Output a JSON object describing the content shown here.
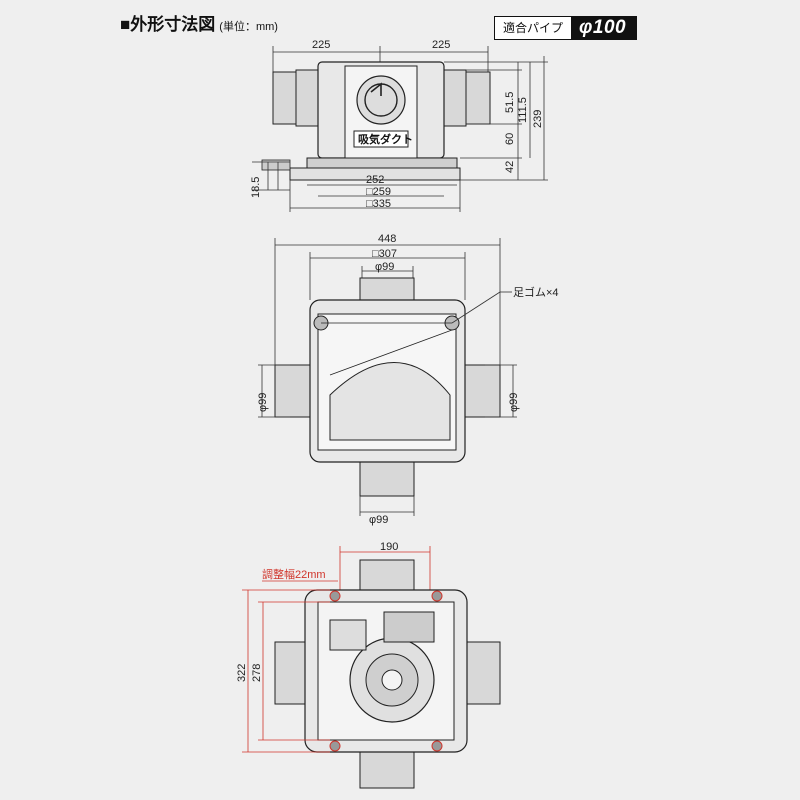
{
  "header": {
    "title": "■外形寸法図",
    "unit": "(単位：mm)"
  },
  "badge": {
    "label": "適合パイプ",
    "value": "φ100"
  },
  "side_view": {
    "dims_top": [
      "225",
      "225"
    ],
    "dims_right": [
      "51.5",
      "111.5",
      "239",
      "60",
      "42"
    ],
    "dims_left": [
      "18.5"
    ],
    "dims_bottom": [
      "252",
      "□259",
      "□335"
    ],
    "label_text": "吸気ダクト"
  },
  "top_view": {
    "dim_width": "448",
    "dim_square": "□307",
    "dim_pipe_top": "φ99",
    "dim_pipe_left": "φ99",
    "dim_pipe_right": "φ99",
    "dim_pipe_bottom": "φ99",
    "callout": "足ゴム×4"
  },
  "bottom_view": {
    "dim_width": "190",
    "adjust_label": "調整幅22mm",
    "dim_322": "322",
    "dim_278": "278"
  }
}
